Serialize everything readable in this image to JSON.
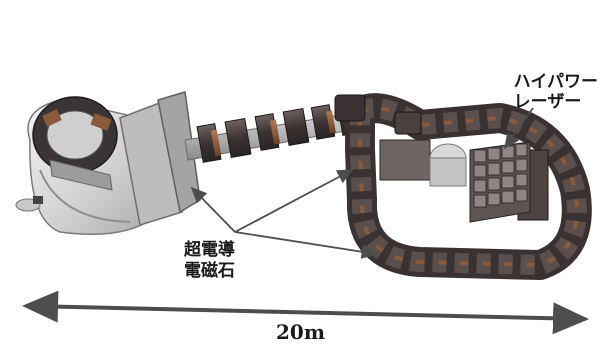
{
  "labels": {
    "laser_line1": "ハイパワー",
    "laser_line2": "レーザー",
    "magnet_line1": "超電導",
    "magnet_line2": "電磁石",
    "scale": "20m"
  },
  "colors": {
    "magnet_body": "#4a4140",
    "magnet_copper": "#8a5a3a",
    "steel": "#b9b9b9",
    "chamber": "#dcdcdc",
    "arrow": "#4d4d4d"
  }
}
